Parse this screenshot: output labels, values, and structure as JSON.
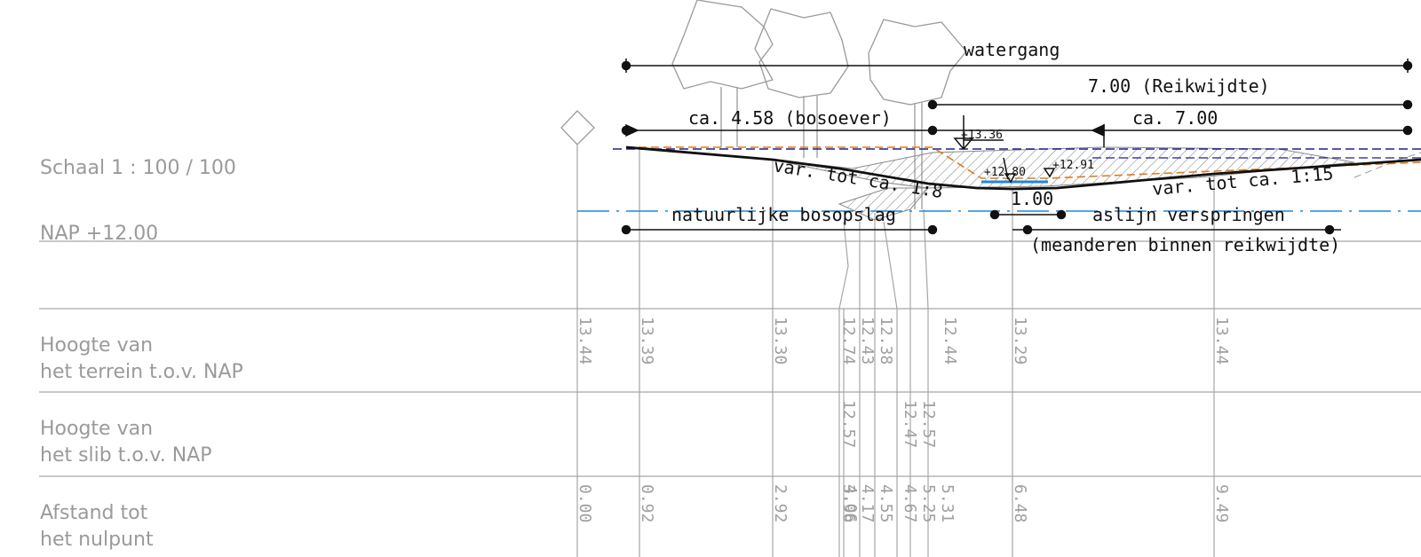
{
  "scale_label": "Schaal 1 : 100 / 100",
  "datum_label": "NAP +12.00",
  "rows": {
    "terrain": [
      "Hoogte van",
      "het terrein t.o.v. NAP"
    ],
    "silt": [
      "Hoogte van",
      "het slib t.o.v. NAP"
    ],
    "distance": [
      "Afstand tot",
      "het nulpunt"
    ]
  },
  "annotations": {
    "watergang": "watergang",
    "reikwijdte": "7.00 (Reikwijdte)",
    "bosoever": "ca. 4.58 (bosoever)",
    "ca700": "ca. 7.00",
    "lvl1336": "+13.36",
    "lvl1280": "+12.80",
    "lvl1291": "+12.91",
    "slope18": "var. tot ca. 1:8",
    "slope115": "var. tot ca. 1:15",
    "w100": "1.00",
    "bosopslag": "natuurlijke bosopslag",
    "aslijn": "aslijn verspringen",
    "meanderen": "(meanderen binnen reikwijdte)"
  },
  "columns": [
    {
      "terrain": "13.44",
      "silt": "",
      "distance": "0.00"
    },
    {
      "terrain": "13.39",
      "silt": "",
      "distance": "0.92"
    },
    {
      "terrain": "13.30",
      "silt": "",
      "distance": "2.92"
    },
    {
      "terrain": "12.74",
      "silt": "12.57",
      "distance": "3.96"
    },
    {
      "terrain": "",
      "silt": "",
      "distance": "4.06"
    },
    {
      "terrain": "12.43",
      "silt": "",
      "distance": "4.17"
    },
    {
      "terrain": "12.38",
      "silt": "",
      "distance": "4.55"
    },
    {
      "terrain": "",
      "silt": "12.47",
      "distance": "4.67"
    },
    {
      "terrain": "",
      "silt": "12.57",
      "distance": "5.25"
    },
    {
      "terrain": "12.44",
      "silt": "",
      "distance": "5.31"
    },
    {
      "terrain": "13.29",
      "silt": "",
      "distance": "6.48"
    },
    {
      "terrain": "13.44",
      "silt": "",
      "distance": "9.49"
    }
  ],
  "colors": {
    "grid": "#a6a6a6",
    "ink": "#111111",
    "water_level": "#1f1f8f",
    "design_profile": "#e07b1a",
    "axis_line": "#1e88d8"
  }
}
